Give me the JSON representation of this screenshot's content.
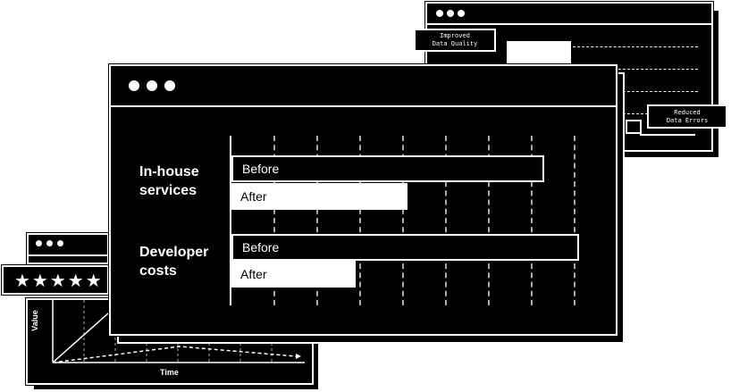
{
  "back_window": {
    "callouts": [
      "Improved\nData Quality",
      "Reduced\nData Errors"
    ]
  },
  "rating_window": {
    "stars": "★★★★★",
    "rating": 5
  },
  "line_chart_window": {
    "ylabel": "Value",
    "xlabel": "Time"
  },
  "main_window": {
    "chart_data": {
      "type": "bar",
      "orientation": "horizontal",
      "grid": true,
      "xlim": [
        0,
        8
      ],
      "categories": [
        "In-house services",
        "Developer costs"
      ],
      "category_labels": [
        "In-house\nservices",
        "Developer\ncosts"
      ],
      "series": [
        {
          "name": "Before",
          "values": [
            7.3,
            8.1
          ]
        },
        {
          "name": "After",
          "values": [
            4.1,
            2.9
          ]
        }
      ]
    }
  },
  "colors": {
    "background": "#000000",
    "foreground": "#ffffff"
  }
}
